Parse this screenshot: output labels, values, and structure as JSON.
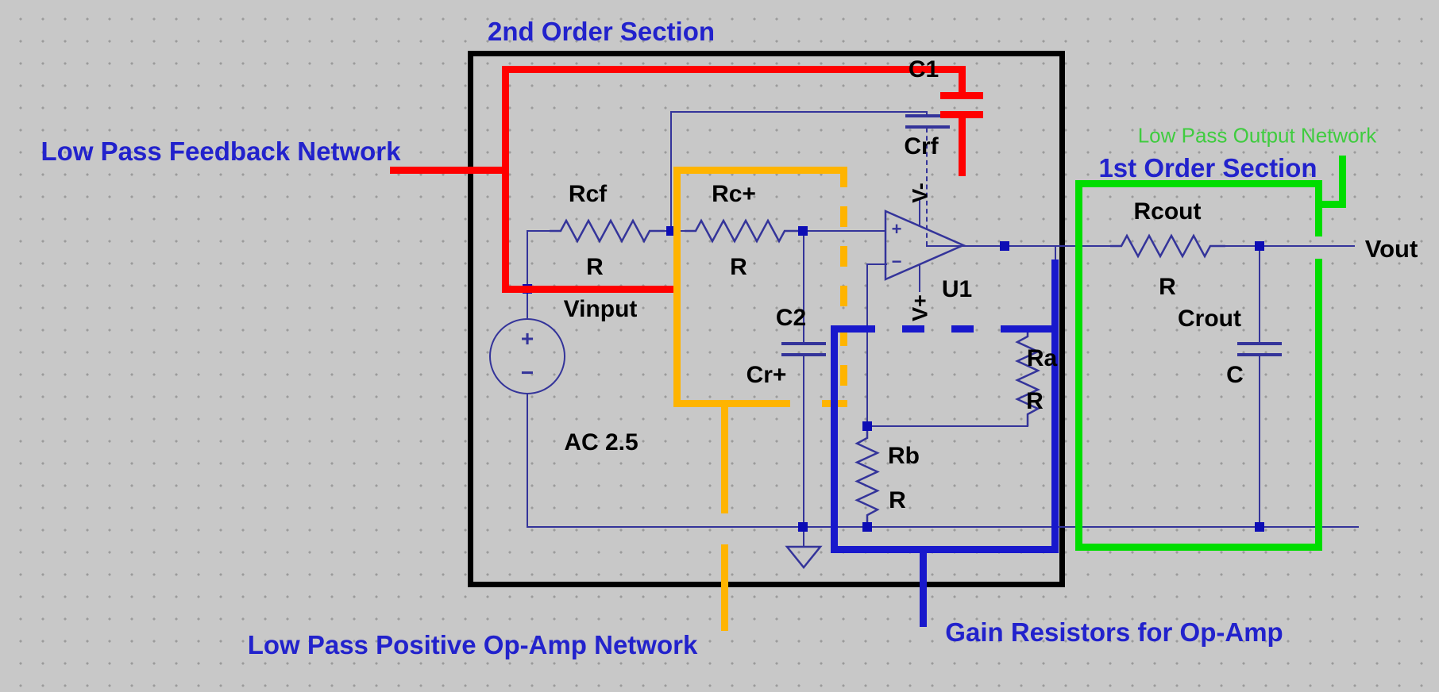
{
  "titles": {
    "second_order": "2nd Order Section",
    "first_order": "1st Order Section"
  },
  "annotations": {
    "feedback_label": "Low Pass Feedback Network",
    "positive_label": "Low Pass Positive Op-Amp Network",
    "gain_label": "Gain Resistors for Op-Amp",
    "output_label": "Low Pass Output Network"
  },
  "components": {
    "source": {
      "name": "Vinput",
      "value": "AC 2.5",
      "plus": "+",
      "minus": "−"
    },
    "rcf": {
      "name": "Rcf",
      "value": "R"
    },
    "rc_plus": {
      "name": "Rc+",
      "value": "R"
    },
    "c1": {
      "name": "C1",
      "value": "Crf"
    },
    "c2": {
      "name": "C2",
      "value": "Cr+"
    },
    "opamp": {
      "name": "U1",
      "supply_top": "V-",
      "supply_bottom": "V+",
      "input_top": "+",
      "input_bottom": "−"
    },
    "ra": {
      "name": "Ra",
      "value": "R"
    },
    "rb": {
      "name": "Rb",
      "value": "R"
    },
    "rcout": {
      "name": "Rcout",
      "value": "R"
    },
    "crout": {
      "name": "Crout",
      "value": "C"
    }
  },
  "nets": {
    "vout": "Vout"
  },
  "colors": {
    "background": "#C8C8C8",
    "wire": "#34349A",
    "node": "#0D0DB5",
    "annotation_red": "#FF0000",
    "annotation_orange": "#FFB400",
    "annotation_blue": "#1818CC",
    "annotation_green": "#00DD00",
    "label_blue": "#2222CC",
    "label_green": "#3FCC3F"
  }
}
